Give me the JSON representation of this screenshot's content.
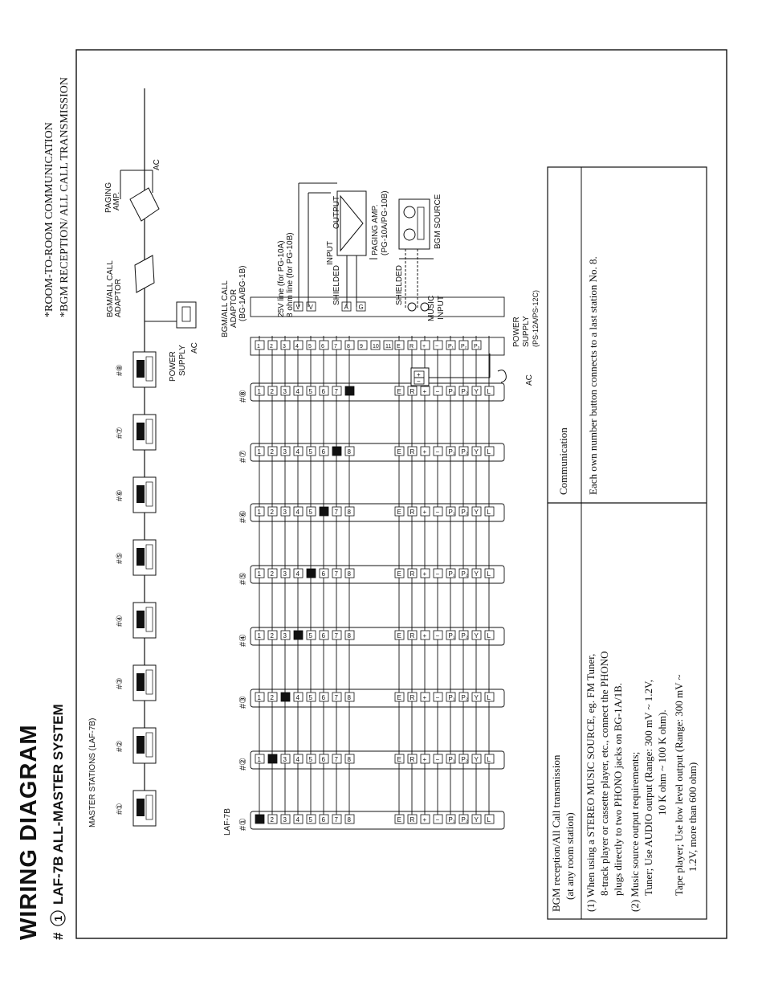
{
  "header": {
    "title": "WIRING DIAGRAM",
    "system_number": "#",
    "system_circle": "1",
    "system_name": "LAF-7B ALL-MASTER SYSTEM",
    "modes": [
      "*ROOM-TO-ROOM COMMUNICATION",
      "*BGM RECEPTION/ ALL CALL  TRANSMISSION"
    ]
  },
  "overview": {
    "label": "MASTER STATIONS (LAF-7B)",
    "stations": [
      "#①",
      "#②",
      "#③",
      "#④",
      "#⑤",
      "#⑥",
      "#⑦",
      "#⑧"
    ],
    "power_supply": [
      "POWER",
      "SUPPLY"
    ],
    "power_ac": "AC",
    "adaptor": [
      "BGM/ALL CALL",
      "ADAPTOR"
    ],
    "paging_amp": [
      "PAGING",
      "AMP."
    ],
    "amp_ac": "AC"
  },
  "detail": {
    "model_label": "LAF-7B",
    "stations": [
      "#①",
      "#②",
      "#③",
      "#④",
      "#⑤",
      "#⑥",
      "#⑦",
      "#⑧"
    ],
    "terminals": [
      "1",
      "2",
      "3",
      "4",
      "5",
      "6",
      "7",
      "8",
      "E",
      "R",
      "+",
      "−",
      "P₁",
      "P₂",
      "Y",
      "L"
    ],
    "adaptor_label": [
      "BGM/ALL CALL",
      "ADAPTOR",
      "(BG-1A/BG-1B)"
    ],
    "adaptor_terminals": [
      "1",
      "2",
      "3",
      "4",
      "5",
      "6",
      "7",
      "8",
      "9",
      "10",
      "11",
      "E",
      "R",
      "+",
      "−",
      "P₁",
      "P₂",
      "P₃"
    ],
    "adaptor_side_terminals": [
      "V",
      "V",
      "A",
      "G"
    ],
    "psu_terminals": [
      "+",
      "−"
    ],
    "line_note": [
      "25V line (for PG-10A)",
      "8 ohm line (for PG-10B)"
    ],
    "amp_label": [
      "PAGING AMP.",
      "(PG-10A/PG-10B)"
    ],
    "amp_input": "INPUT",
    "amp_output": "OUTPUT",
    "shielded": "SHIELDED",
    "bgm_source": "BGM SOURCE",
    "music_input": [
      "MUSIC",
      "INPUT"
    ],
    "power_supply": [
      "POWER",
      "SUPPLY",
      "(PS-12A/PS-12C)"
    ],
    "ac": "AC"
  },
  "table": {
    "col1_header": [
      "BGM reception/All Call transmission",
      "(at any room station)"
    ],
    "col2_header": "Communication",
    "col1_body": [
      "(1)  When using a STEREO MUSIC SOURCE, eg. FM Tuner,",
      "8-track player or cassette player, etc., connect the PHONO",
      "plugs directly to two PHONO jacks on BG-1A/1B.",
      "(2)  Music source output requirements;",
      "Tuner;  Use  AUDIO  output  (Range:  300  mV  ~  1.2V,",
      "10 K ohm ~ 100 K ohm).",
      "Tape player; Use  low  level  output  (Range:  300  mV  ~",
      "1.2V, more than 600 ohm)"
    ],
    "col2_body": "Each own number button connects to a last station No. 8."
  }
}
